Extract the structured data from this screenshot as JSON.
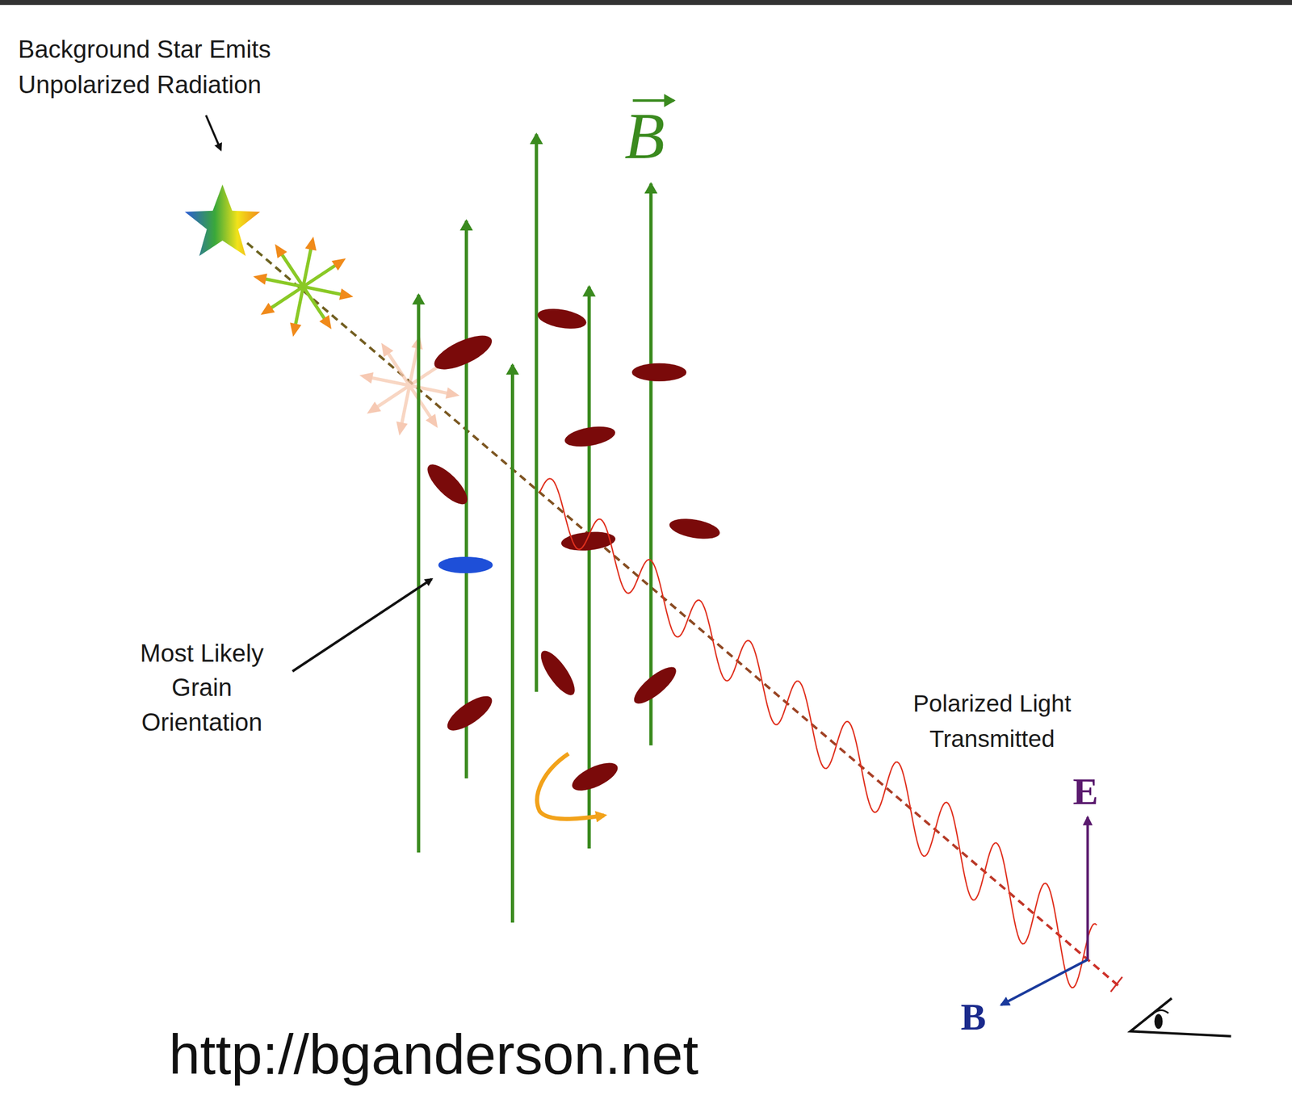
{
  "diagram": {
    "labels": [
      "Background Star Emits Unpolarized Radiation",
      "B",
      "Most Likely Grain Orientation",
      "Polarized Light Transmitted",
      "E",
      "B",
      "http://bganderson.net"
    ]
  }
}
